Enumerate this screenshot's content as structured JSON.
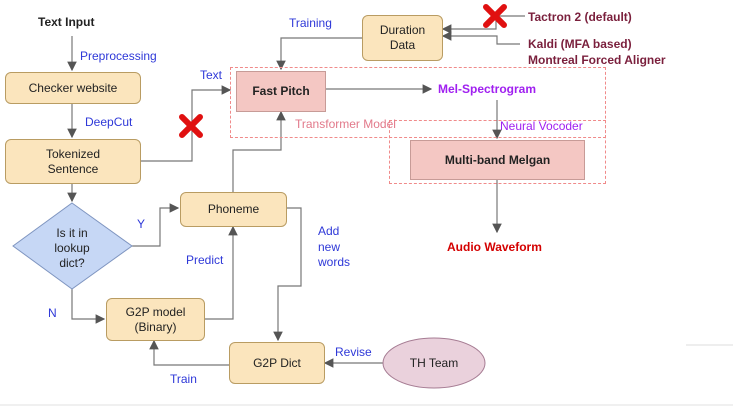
{
  "nodes": {
    "text_input": "Text Input",
    "checker": "Checker website",
    "tokenized": "Tokenized\nSentence",
    "lookup": "Is it in\nlookup\ndict?",
    "phoneme": "Phoneme",
    "g2p_model": "G2P model\n(Binary)",
    "g2p_dict": "G2P Dict",
    "th_team": "TH Team",
    "fast_pitch": "Fast Pitch",
    "duration": "Duration\nData",
    "mel": "Mel-Spectrogram",
    "melgan": "Multi-band Melgan",
    "audio": "Audio Waveform"
  },
  "labels": {
    "preprocessing": "Preprocessing",
    "deepcut": "DeepCut",
    "text": "Text",
    "training": "Training",
    "y": "Y",
    "n": "N",
    "predict": "Predict",
    "add_new_words": "Add\nnew\nwords",
    "revise": "Revise",
    "train": "Train",
    "transformer_model": "Transformer Model",
    "neural_vocoder": "Neural Vocoder"
  },
  "aligners": {
    "tactron": "Tactron 2 (default)",
    "kaldi": "Kaldi (MFA based)",
    "mfa": "Montreal Forced Aligner"
  },
  "colors": {
    "flow_label": "#2e38d8",
    "box_fill": "#fbe5bd",
    "model_fill": "#f4c7c3",
    "decision_fill": "#c6d7f5",
    "team_fill": "#ead1dc",
    "cross": "#e01010"
  }
}
